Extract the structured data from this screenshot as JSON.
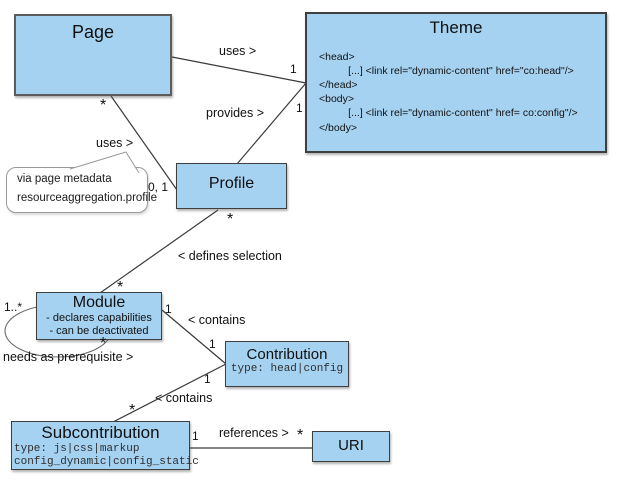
{
  "colors": {
    "box_fill": "#a6d2f2",
    "box_border": "#3f3f3f",
    "edge_line": "#3a3a3a",
    "note_border": "#9a9a9a",
    "background": "#ffffff"
  },
  "classes": {
    "page": {
      "title": "Page"
    },
    "theme": {
      "title": "Theme",
      "lines": [
        "<head>",
        "          [...] <link rel=\"dynamic-content\" href=\"co:head\"/>",
        "</head>",
        "<body>",
        "          [...] <link rel=\"dynamic-content\" href= co:config\"/>",
        "</body>"
      ]
    },
    "profile": {
      "title": "Profile"
    },
    "module": {
      "title": "Module",
      "attr1": "- declares capabilities",
      "attr2": "- can be deactivated"
    },
    "contribution": {
      "title": "Contribution",
      "type": "type: head|config"
    },
    "subcontribution": {
      "title": "Subcontribution",
      "type1": "type: js|css|markup",
      "type2": "config_dynamic|config_static"
    },
    "uri": {
      "title": "URI"
    }
  },
  "note": {
    "line1": "via page metadata",
    "line2": "resourceaggregation.profile"
  },
  "labels": {
    "uses_top": "uses >",
    "mult_theme_top": "1",
    "provides": "provides >",
    "mult_theme_bottom": "1",
    "star_page_bottom": "*",
    "uses_left": "uses >",
    "mult_profile_left": "0, 1",
    "star_profile_bottom": "*",
    "defines_selection": "< defines selection",
    "star_module_top": "*",
    "mult_module_right": "1",
    "contains_top": "< contains",
    "mult_contrib_top": "1",
    "mult_contrib_bottom": "1",
    "contains_bottom": "< contains",
    "star_subcontrib_top": "*",
    "mult_loop_left": "1..*",
    "star_loop_bottom": "*",
    "needs_prerequisite": "needs as prerequisite >",
    "mult_subcontrib_right": "1",
    "references": "references >",
    "star_uri_left": "*"
  }
}
